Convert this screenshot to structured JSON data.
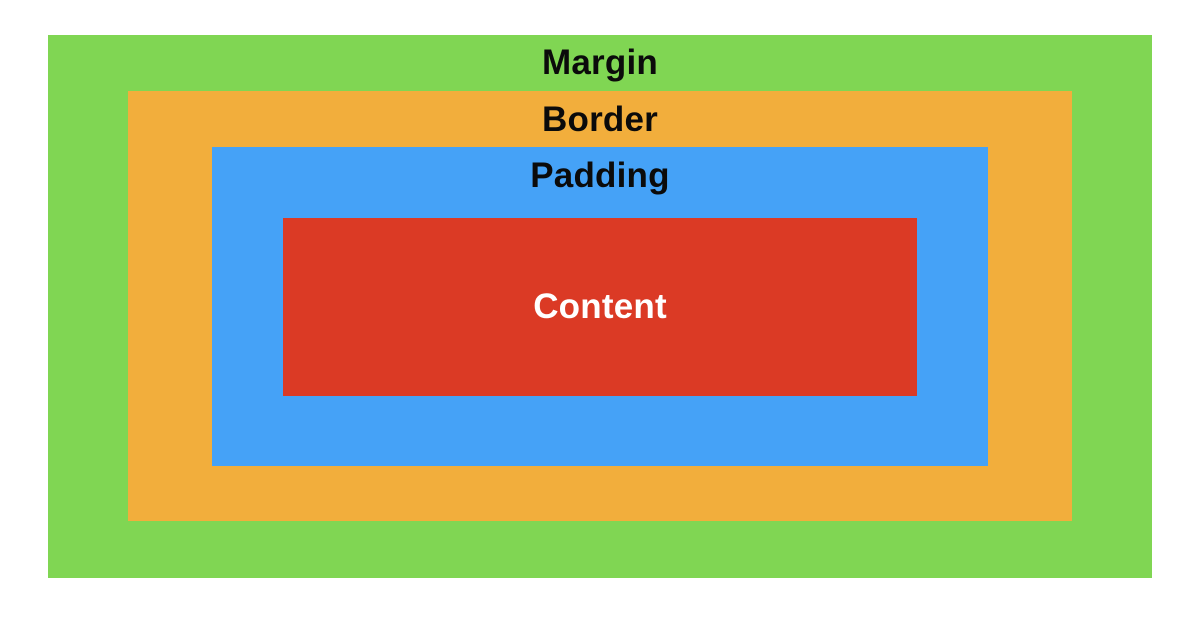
{
  "diagram": {
    "layers": {
      "margin": {
        "label": "Margin",
        "color": "#80d653"
      },
      "border": {
        "label": "Border",
        "color": "#f2ae3c"
      },
      "padding": {
        "label": "Padding",
        "color": "#45a2f7"
      },
      "content": {
        "label": "Content",
        "color": "#db3a25",
        "text_color": "#ffffff"
      }
    }
  }
}
